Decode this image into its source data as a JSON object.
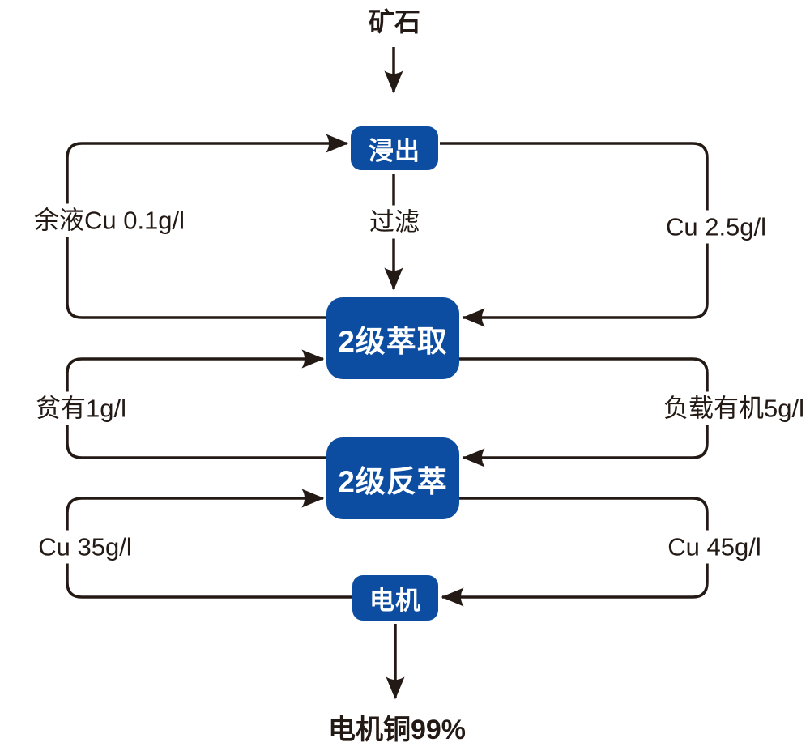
{
  "diagram": {
    "nodes": {
      "ore": "矿石",
      "leach": "浸出",
      "filter": "过滤",
      "extraction": "2级萃取",
      "stripping": "2级反萃",
      "electrowin": "电机",
      "product": "电机铜99%"
    },
    "edge_labels": {
      "raffinate": "余液Cu 0.1g/l",
      "pregnant_solution": "Cu 2.5g/l",
      "lean_organic": "贫有1g/l",
      "loaded_organic": "负载有机5g/l",
      "spent_electrolyte": "Cu 35g/l",
      "rich_electrolyte": "Cu 45g/l"
    },
    "edges": [
      {
        "from": "矿石",
        "to": "浸出",
        "label": ""
      },
      {
        "from": "浸出",
        "to": "2级萃取",
        "label": "过滤"
      },
      {
        "from": "2级萃取",
        "to": "浸出",
        "label": "余液Cu 0.1g/l"
      },
      {
        "from": "浸出",
        "to": "2级萃取",
        "label": "Cu 2.5g/l"
      },
      {
        "from": "2级反萃",
        "to": "2级萃取",
        "label": "贫有1g/l"
      },
      {
        "from": "2级萃取",
        "to": "2级反萃",
        "label": "负载有机5g/l"
      },
      {
        "from": "电机",
        "to": "2级反萃",
        "label": "Cu 35g/l"
      },
      {
        "from": "2级反萃",
        "to": "电机",
        "label": "Cu 45g/l"
      },
      {
        "from": "电机",
        "to": "电机铜99%",
        "label": ""
      }
    ]
  },
  "colors": {
    "box_bg": "#0c4da2",
    "box_text": "#ffffff",
    "line": "#241a15",
    "label_text": "#241a15",
    "background": "#ffffff"
  }
}
